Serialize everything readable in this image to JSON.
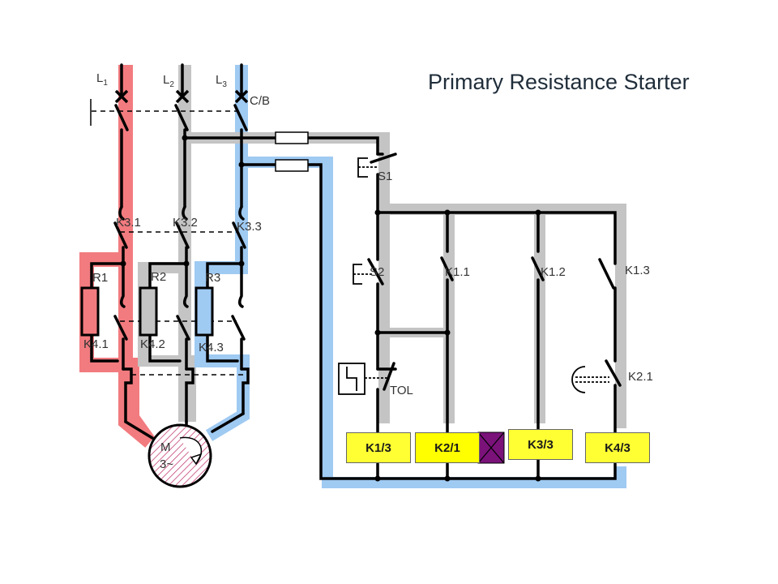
{
  "title": "Primary Resistance Starter",
  "colors": {
    "phase1": "#f27b7f",
    "phase2": "#c0c0c0",
    "phase3": "#9fcaf2",
    "wire": "#000000",
    "coil_fill": "#ffff33",
    "timer_marker": "#7a127a"
  },
  "labels": {
    "l1": "L",
    "l1_sub": "1",
    "l2": "L",
    "l2_sub": "2",
    "l3": "L",
    "l3_sub": "3",
    "cb": "C/B",
    "k31": "K3.1",
    "k32": "K3.2",
    "k33": "K3.3",
    "r1": "R1",
    "r2": "R2",
    "r3": "R3",
    "k41": "K4.1",
    "k42": "K4.2",
    "k43": "K4.3",
    "motor_m": "M",
    "motor_3": "3~",
    "s1": "S1",
    "s2": "S2",
    "k11": "K1.1",
    "k12": "K1.2",
    "k13": "K1.3",
    "tol": "TOL",
    "k21": "K2.1"
  },
  "coils": {
    "k1": "K1/3",
    "k2": "K2/1",
    "k3": "K3/3",
    "k4": "K4/3"
  },
  "icons": [
    "circuit-breaker-cross",
    "fuse",
    "pushbutton",
    "resistor",
    "motor",
    "overload-relay",
    "timer-contact"
  ]
}
